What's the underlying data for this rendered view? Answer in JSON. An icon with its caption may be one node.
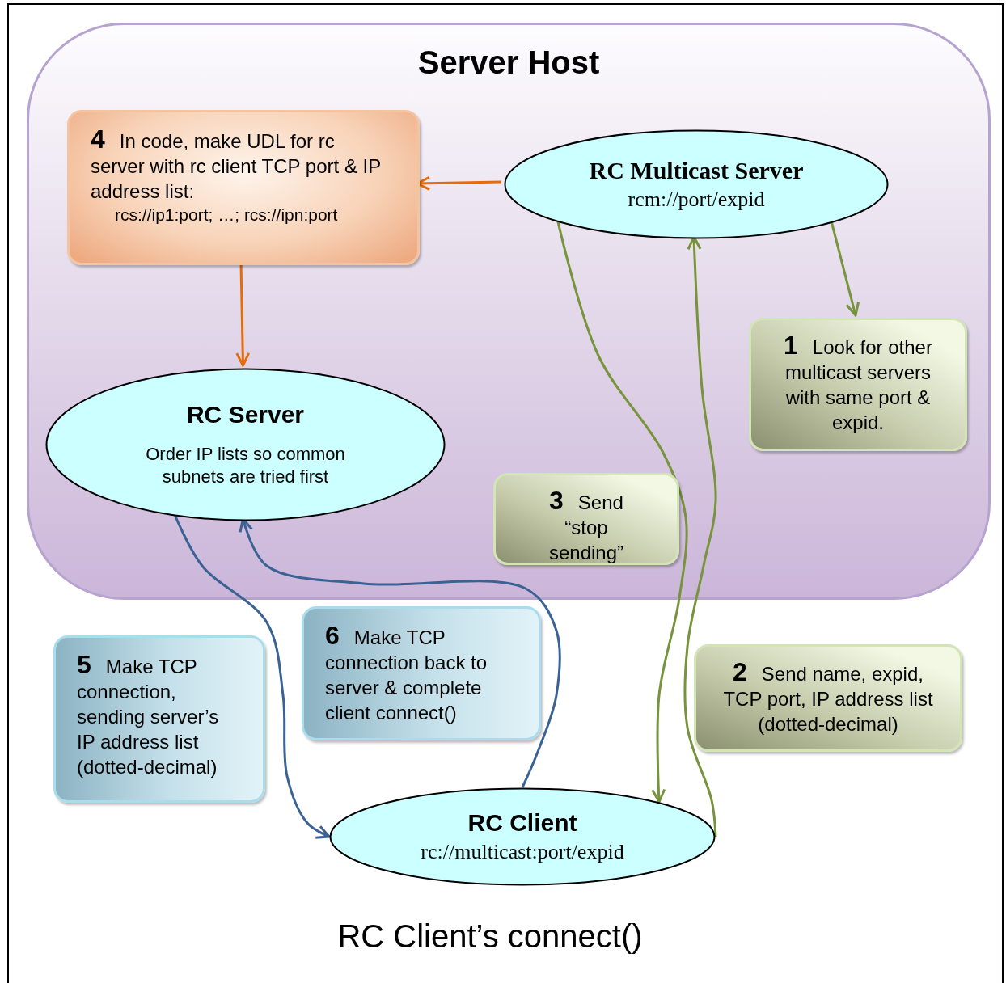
{
  "diagram": {
    "caption": "RC Client’s connect()",
    "nodes": [
      {
        "text": [
          "Server Host"
        ]
      },
      {
        "text": [
          "4",
          "In code, make UDL for rc server with rc client TCP port & IP address list:",
          "rcs://ip1:port; …; rcs://ipn:port"
        ],
        "in": 0
      },
      {
        "text": [
          "RC Multicast Server",
          "rcm://port/expid"
        ],
        "in": 0
      },
      {
        "text": [
          "1",
          "Look for other multicast servers with same port & expid."
        ],
        "in": 0
      },
      {
        "text": [
          "RC Server",
          "Order IP lists so common subnets are tried first"
        ],
        "in": 0
      },
      {
        "text": [
          "3",
          "Send “stop sending”"
        ],
        "in": 0
      },
      {
        "text": [
          "5",
          "Make TCP connection, sending server’s IP address list (dotted-decimal)"
        ]
      },
      {
        "text": [
          "6",
          "Make TCP connection back to server & complete client connect()"
        ]
      },
      {
        "text": [
          "2",
          "Send name, expid, TCP port, IP address list (dotted-decimal)"
        ]
      },
      {
        "text": [
          "RC Client",
          "rc://multicast:port/expid"
        ]
      }
    ],
    "edges": [
      {
        "from": 2,
        "to": 1,
        "arrow": "to",
        "color": "#e46c0a"
      },
      {
        "from": 1,
        "to": 4,
        "arrow": "to",
        "color": "#e46c0a"
      },
      {
        "from": 2,
        "to": 3,
        "arrow": "to",
        "color": "#77933c"
      },
      {
        "from": 2,
        "to": 9,
        "arrow": "to",
        "color": "#77933c"
      },
      {
        "from": 9,
        "to": 2,
        "arrow": "to",
        "color": "#77933c"
      },
      {
        "from": 4,
        "to": 9,
        "arrow": "to",
        "color": "#3b6294"
      },
      {
        "from": 9,
        "to": 4,
        "arrow": "to",
        "color": "#3b6294"
      }
    ]
  }
}
